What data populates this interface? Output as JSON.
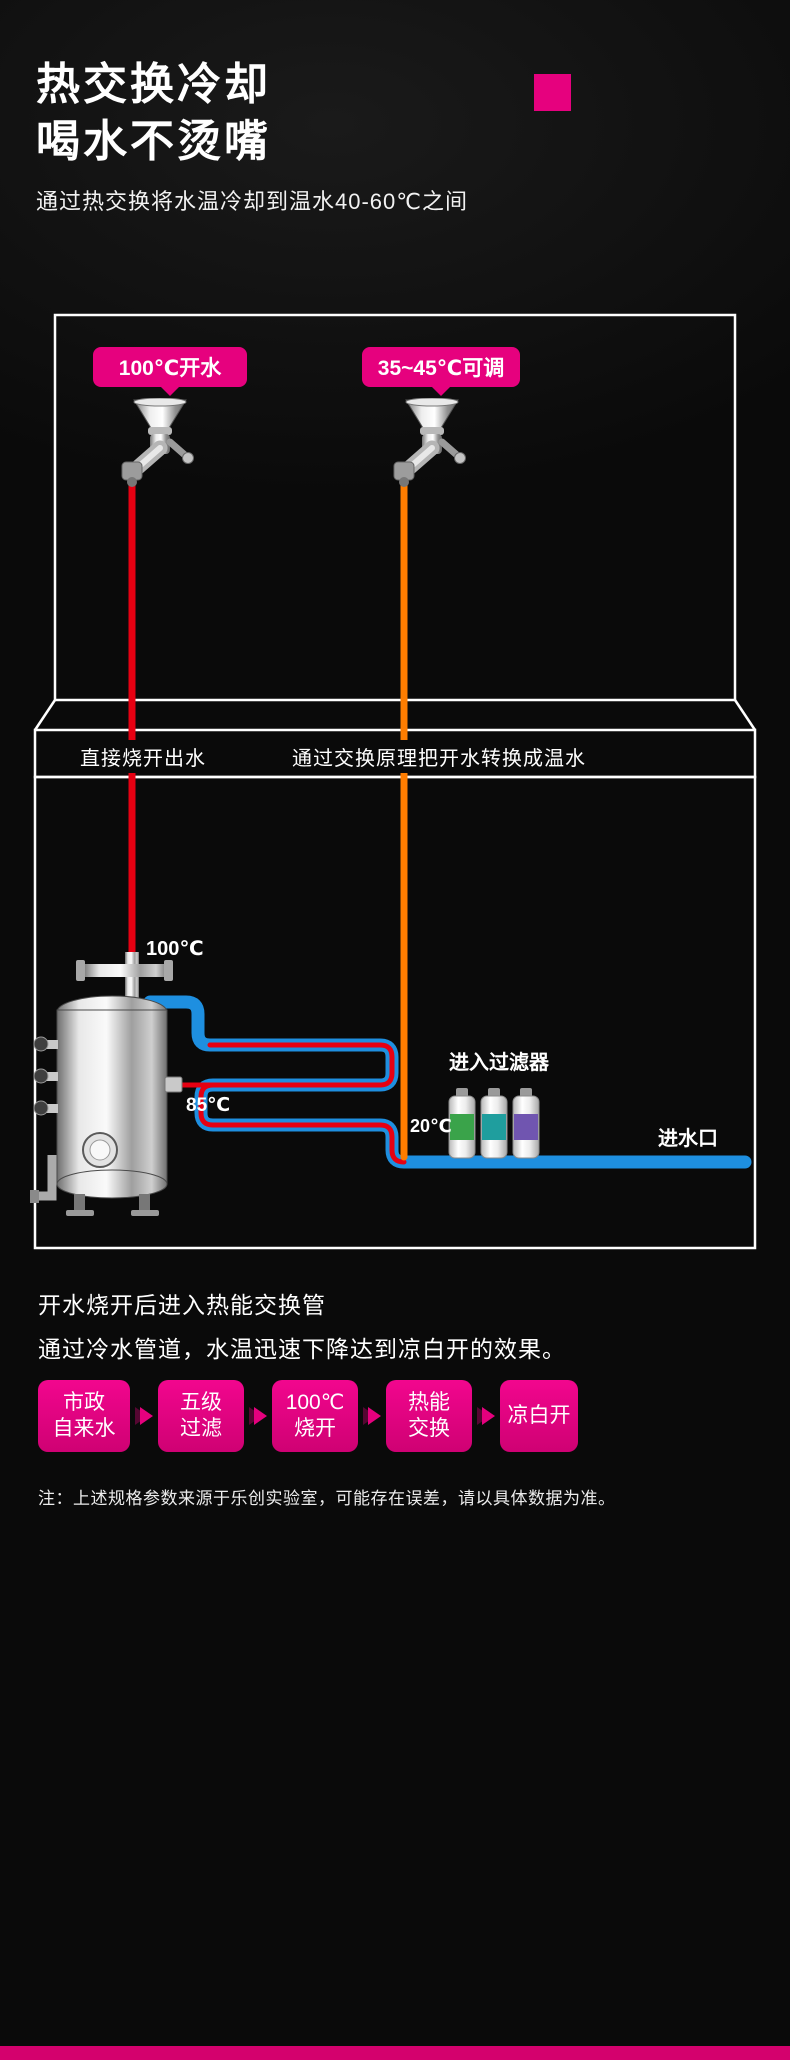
{
  "colors": {
    "accent": "#e6017e",
    "hot_pipe": "#e60012",
    "warm_pipe": "#ff7d00",
    "cold_pipe": "#1e8fe0",
    "bottom_bar": "#d4016d",
    "background": "#0a0a0a"
  },
  "header": {
    "title_line1": "热交换冷却",
    "title_line2": "喝水不烫嘴",
    "subtitle": "通过热交换将水温冷却到温水40-60℃之间"
  },
  "diagram": {
    "hot_tap_label": "100℃开水",
    "warm_tap_label": "35~45℃可调",
    "left_caption": "直接烧开出水",
    "right_caption": "通过交换原理把开水转换成温水",
    "boiler_temp": "100℃",
    "exchanger_in_temp": "85℃",
    "inlet_temp": "20℃",
    "filter_caption": "进入过滤器",
    "inlet_caption": "进水口"
  },
  "description": {
    "line1": "开水烧开后进入热能交换管",
    "line2": "通过冷水管道，水温迅速下降达到凉白开的效果。"
  },
  "flow_steps": [
    {
      "label": "市政\n自来水"
    },
    {
      "label": "五级\n过滤"
    },
    {
      "label": "100℃\n烧开"
    },
    {
      "label": "热能\n交换"
    },
    {
      "label": "凉白开"
    }
  ],
  "footnote": "注：上述规格参数来源于乐创实验室，可能存在误差，请以具体数据为准。"
}
